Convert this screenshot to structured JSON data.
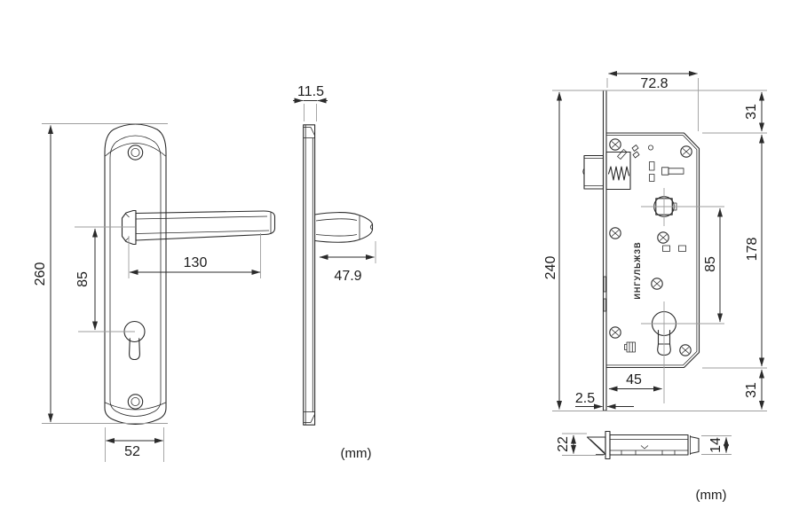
{
  "colors": {
    "line": "#2b2b2b",
    "aux_line": "#9e9e9e",
    "background": "#ffffff"
  },
  "units_note_left": "(mm)",
  "units_note_right": "(mm)",
  "front_view": {
    "overall_height": "260",
    "handle_to_cylinder": "85",
    "lever_length": "130",
    "plate_width": "52"
  },
  "side_view": {
    "plate_thickness": "11.5",
    "lever_projection": "47.9"
  },
  "lock_view": {
    "case_width": "72.8",
    "faceplate_height": "240",
    "top_margin": "31",
    "case_height": "178",
    "hub_to_cylinder": "85",
    "backset": "45",
    "faceplate_thickness": "2.5",
    "bottom_margin": "31",
    "brand_stamp": "ИНГУЛЬЖЗВ"
  },
  "latch_view": {
    "section_height": "22",
    "latch_thickness": "14"
  }
}
